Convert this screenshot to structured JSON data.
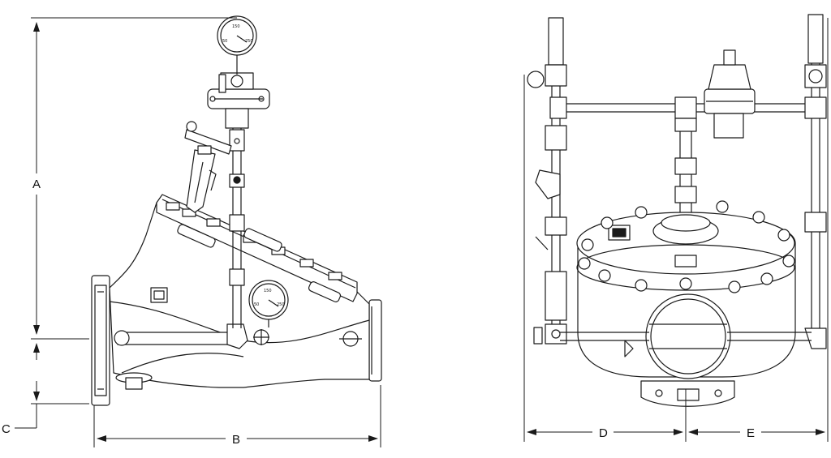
{
  "dimensions": {
    "A": "A",
    "B": "B",
    "C": "C",
    "D": "D",
    "E": "E"
  },
  "upper_gauge": {
    "scale_top": "150",
    "scale_left": "50",
    "scale_right": "250"
  },
  "lower_gauge": {
    "scale_top": "150",
    "scale_left": "50",
    "scale_right": "250"
  },
  "colors": {
    "line": "#1a1a1a",
    "fill": "#ffffff",
    "shade": "#d9d9d9"
  }
}
